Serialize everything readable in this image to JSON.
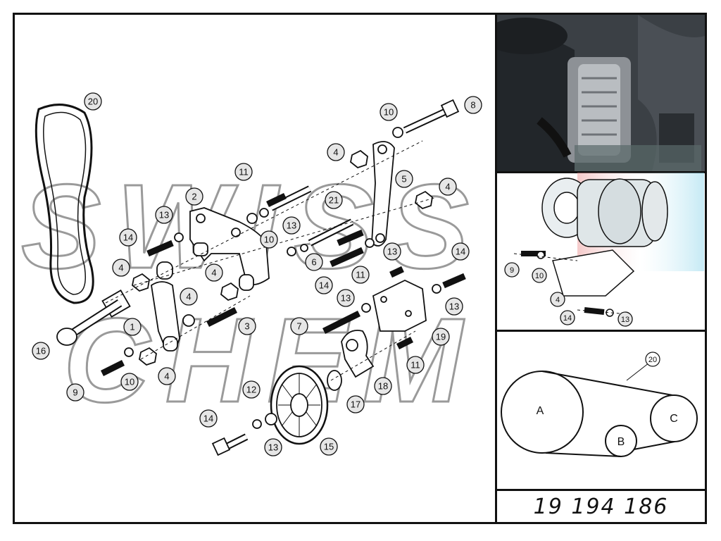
{
  "part_number": "19 194 186",
  "watermark": {
    "line1": "SWISS",
    "line2": "CHEM"
  },
  "callouts": [
    {
      "label": "20"
    },
    {
      "label": "10"
    },
    {
      "label": "8"
    },
    {
      "label": "4"
    },
    {
      "label": "11"
    },
    {
      "label": "5"
    },
    {
      "label": "4"
    },
    {
      "label": "2"
    },
    {
      "label": "21"
    },
    {
      "label": "13"
    },
    {
      "label": "13"
    },
    {
      "label": "14"
    },
    {
      "label": "10"
    },
    {
      "label": "6"
    },
    {
      "label": "13"
    },
    {
      "label": "14"
    },
    {
      "label": "4"
    },
    {
      "label": "4"
    },
    {
      "label": "14"
    },
    {
      "label": "11"
    },
    {
      "label": "4"
    },
    {
      "label": "13"
    },
    {
      "label": "13"
    },
    {
      "label": "3"
    },
    {
      "label": "1"
    },
    {
      "label": "7"
    },
    {
      "label": "19"
    },
    {
      "label": "16"
    },
    {
      "label": "11"
    },
    {
      "label": "9"
    },
    {
      "label": "10"
    },
    {
      "label": "4"
    },
    {
      "label": "18"
    },
    {
      "label": "12"
    },
    {
      "label": "17"
    },
    {
      "label": "14"
    },
    {
      "label": "13"
    },
    {
      "label": "15"
    }
  ],
  "inset_callouts": [
    {
      "label": "9"
    },
    {
      "label": "10"
    },
    {
      "label": "4"
    },
    {
      "label": "14"
    },
    {
      "label": "13"
    }
  ],
  "belt_diagram": {
    "callout": "20",
    "pulleys": [
      {
        "label": "A"
      },
      {
        "label": "B"
      },
      {
        "label": "C"
      }
    ]
  },
  "colors": {
    "line": "#111111",
    "callout_fill": "#e6e6e6",
    "watermark_red": "#e88a8a",
    "watermark_blue": "#7fd0e8"
  }
}
